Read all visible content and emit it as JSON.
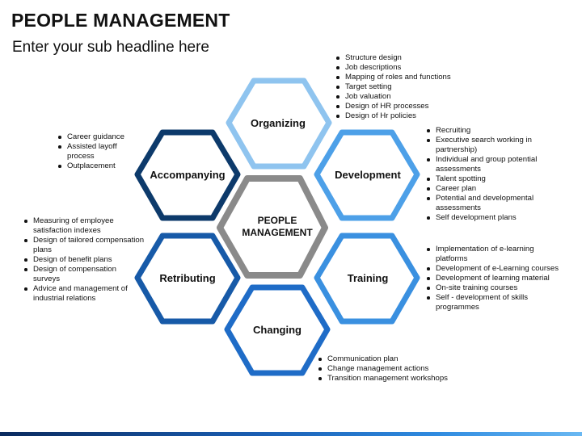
{
  "header": {
    "title": "PEOPLE MANAGEMENT",
    "subtitle": "Enter your sub headline here"
  },
  "colors": {
    "organizing": "#8fc4ef",
    "development": "#4da0e8",
    "training": "#3a90e0",
    "changing": "#1f6cc7",
    "retributing": "#175aa8",
    "accompanying": "#0d3a6b",
    "center": "#8a8a8a"
  },
  "center": {
    "line1": "PEOPLE",
    "line2": "MANAGEMENT"
  },
  "hexagons": {
    "organizing": "Organizing",
    "development": "Development",
    "training": "Training",
    "changing": "Changing",
    "retributing": "Retributing",
    "accompanying": "Accompanying"
  },
  "lists": {
    "organizing": [
      "Structure design",
      "Job descriptions",
      "Mapping of roles and functions",
      "Target setting",
      "Job valuation",
      "Design of HR processes",
      "Design of Hr policies"
    ],
    "development": [
      "Recruiting",
      "Executive search working in partnership)",
      "Individual and group potential assessments",
      "Talent spotting",
      "Career plan",
      "Potential and developmental assessments",
      "Self development plans"
    ],
    "training": [
      "Implementation of e-learning platforms",
      "Development of e-Learning courses",
      "Development of learning material",
      "On-site training courses",
      "Self - development of skills programmes"
    ],
    "changing": [
      "Communication plan",
      "Change management actions",
      "Transition management workshops"
    ],
    "retributing": [
      "Measuring of employee satisfaction indexes",
      "Design of tailored compensation plans",
      "Design of benefit plans",
      "Design of compensation surveys",
      "Advice and management of industrial relations"
    ],
    "accompanying": [
      "Career guidance",
      "Assisted layoff process",
      "Outplacement"
    ]
  }
}
